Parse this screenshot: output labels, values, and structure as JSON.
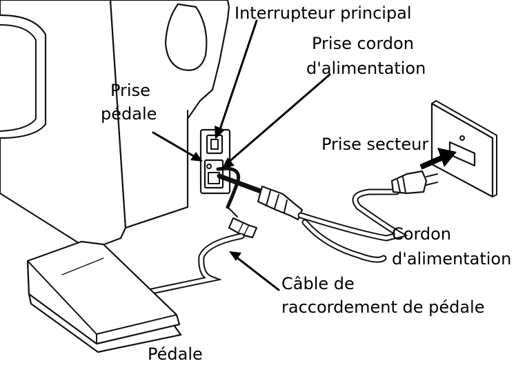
{
  "labels": {
    "main_switch": "Interrupteur principal",
    "power_socket_line1": "Prise cordon",
    "power_socket_line2": "d'alimentation",
    "pedal_socket_line1": "Prise",
    "pedal_socket_line2": "pédale",
    "wall_outlet": "Prise secteur",
    "power_cord_line1": "Cordon",
    "power_cord_line2": "d'alimentation",
    "pedal_cable_line1": "Câble de",
    "pedal_cable_line2": "raccordement de pédale",
    "pedal": "Pédale"
  }
}
